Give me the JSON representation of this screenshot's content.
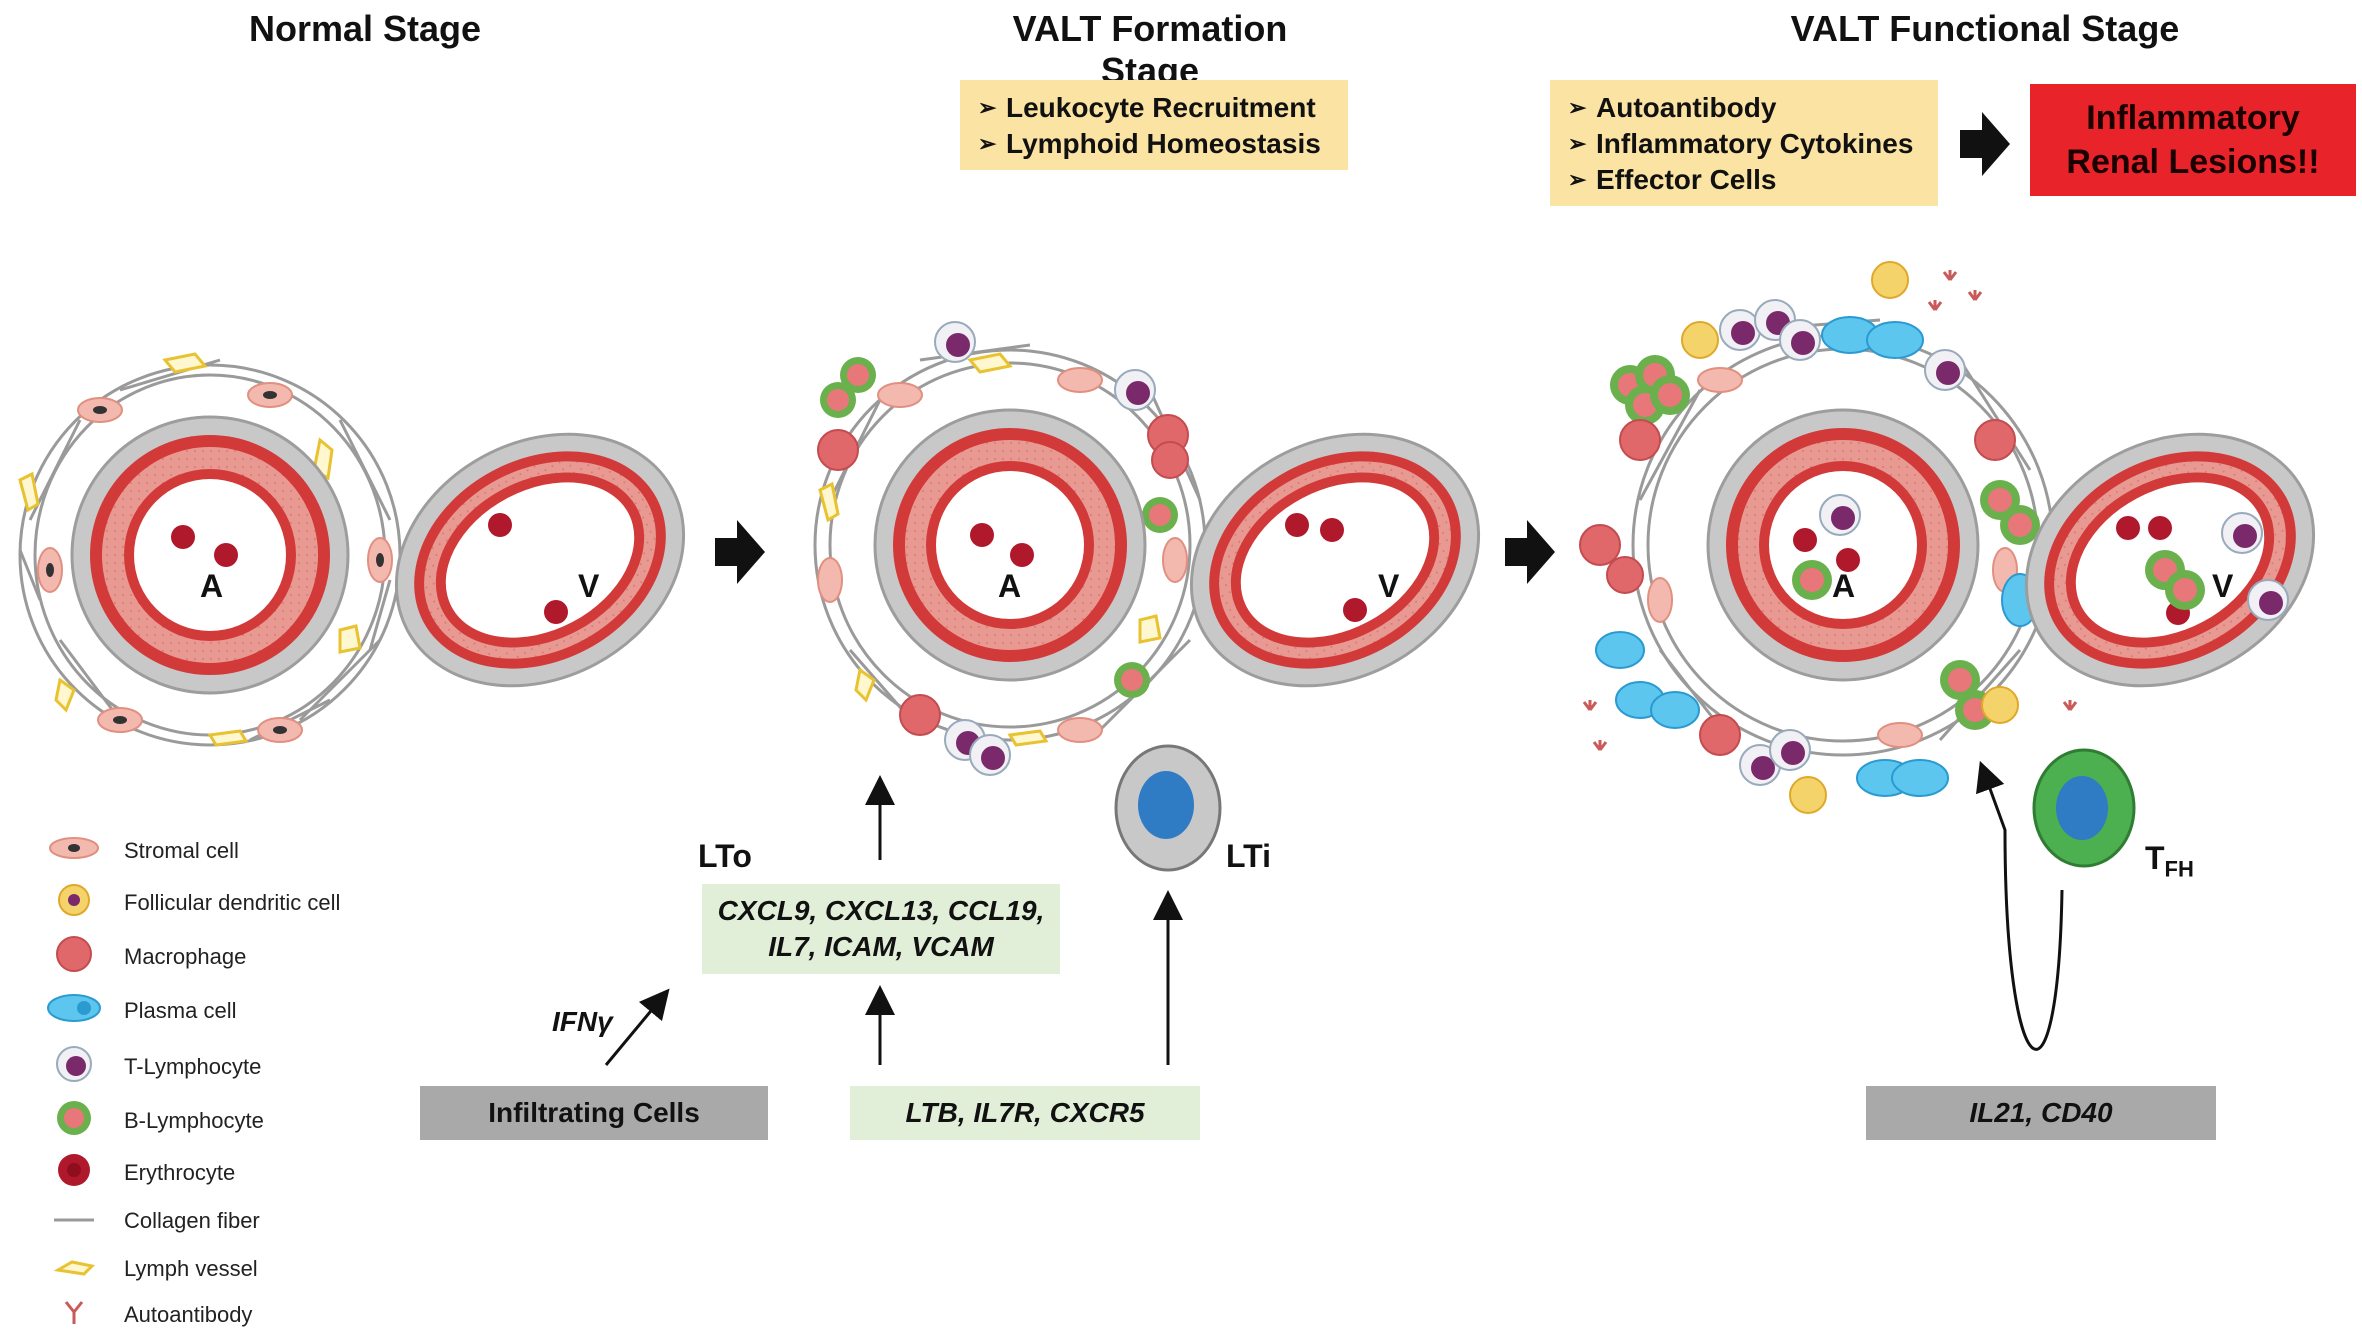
{
  "titles": {
    "normal": "Normal Stage",
    "formation": "VALT Formation Stage",
    "functional": "VALT Functional Stage"
  },
  "formation_box": {
    "items": [
      "Leukocyte Recruitment",
      "Lymphoid Homeostasis"
    ]
  },
  "functional_box": {
    "items": [
      "Autoantibody",
      "Inflammatory Cytokines",
      "Effector Cells"
    ]
  },
  "lesion_box": {
    "line1": "Inflammatory",
    "line2": "Renal Lesions!!"
  },
  "vessel_labels": {
    "artery": "A",
    "vein": "V"
  },
  "labels": {
    "lto": "LTo",
    "lti": "LTi",
    "tfh_main": "T",
    "tfh_sub": "FH",
    "ifng": "IFNγ"
  },
  "boxes": {
    "chemokines_line1": "CXCL9, CXCL13, CCL19,",
    "chemokines_line2": "IL7, ICAM, VCAM",
    "infiltrating": "Infiltrating Cells",
    "ltb": "LTB, IL7R, CXCR5",
    "il21": "IL21, CD40"
  },
  "legend": [
    "Stromal cell",
    "Follicular dendritic cell",
    "Macrophage",
    "Plasma cell",
    "T-Lymphocyte",
    "B-Lymphocyte",
    "Erythrocyte",
    "Collagen fiber",
    "Lymph vessel",
    "Autoantibody"
  ],
  "colors": {
    "vessel_red": "#d23a3a",
    "vessel_pink": "#e89a92",
    "vessel_grey": "#c8c8c8",
    "yellow_box": "#fbe3a3",
    "red_box": "#e8232a",
    "green_box": "#e2efd8",
    "grey_box": "#a9a9a9",
    "lti_blue": "#2f7bc4",
    "tfh_green": "#4caf50"
  }
}
